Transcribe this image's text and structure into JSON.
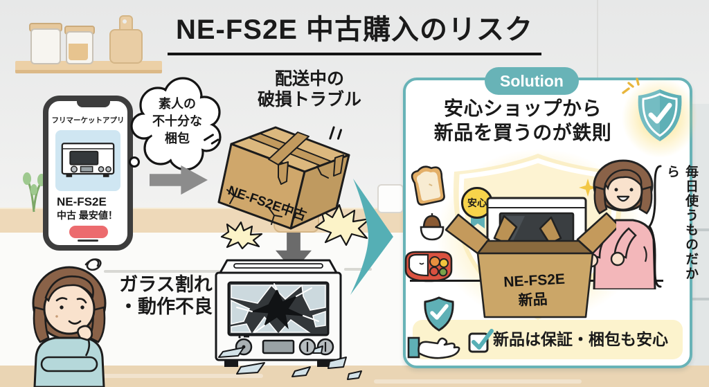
{
  "title": {
    "text": "NE-FS2E 中古購入のリスク"
  },
  "phone": {
    "app_label": "フリマーケットアプリ",
    "product_name": "NE-FS2E",
    "price_line": "中古 最安値！"
  },
  "bubble": {
    "line1": "素人の",
    "line2": "不十分な",
    "line3": "梱包"
  },
  "shipping": {
    "line1": "配送中の",
    "line2": "破損トラブル"
  },
  "used_box": {
    "label": "NE-FS2E中古"
  },
  "damage": {
    "line1": "ガラス割れ",
    "line2": "・動作不良"
  },
  "solution": {
    "badge": "Solution",
    "heading_line1": "安心ショップから",
    "heading_line2": "新品を買うのが鉄則",
    "medal": "安心",
    "box_line1": "NE-FS2E",
    "box_line2": "新品",
    "vertical_note": "毎日使うものだから",
    "banner_text": "新品は保証・梱包も安心"
  },
  "icons": {
    "shield_check_icon": "teal shield with white checkmark",
    "checkbox_icon": "checked box with teal check",
    "hand_shield_icon": "hand offering a shield",
    "sparkle_icon": "four point star",
    "arrow_right_icon": "gray right arrow",
    "arrow_down_icon": "gray down arrow",
    "flow_arrow_icon": "teal swoosh arrow"
  },
  "colors": {
    "accent_teal": "#68b3b7",
    "cardboard": "#cfa76b",
    "alert_red": "#ec6b6e",
    "highlight_yellow": "#f7d44b",
    "banner_cream": "#fcf3cd",
    "text_black": "#1a1a1a"
  }
}
